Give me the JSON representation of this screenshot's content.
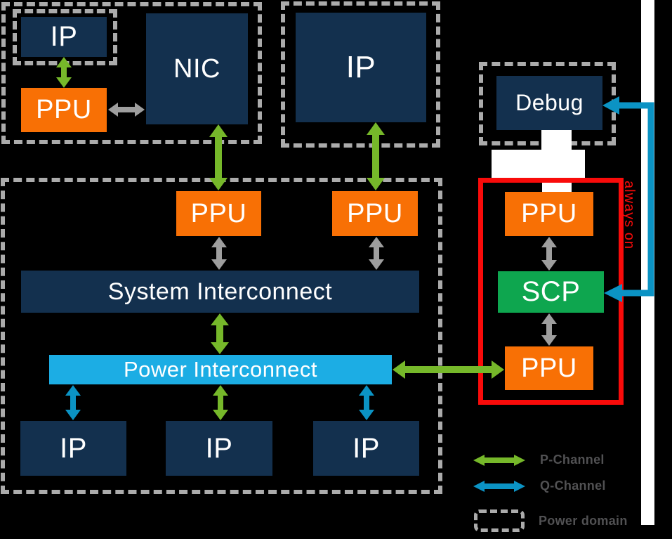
{
  "nodes": {
    "ip_top_left": "IP",
    "ppu_top_left": "PPU",
    "nic": "NIC",
    "ip_top_right": "IP",
    "ppu_center_left": "PPU",
    "ppu_center_right": "PPU",
    "system_interconnect": "System Interconnect",
    "power_interconnect": "Power Interconnect",
    "ip_bottom_1": "IP",
    "ip_bottom_2": "IP",
    "ip_bottom_3": "IP",
    "debug": "Debug",
    "ppu_always_on_top": "PPU",
    "scp": "SCP",
    "ppu_always_on_bottom": "PPU",
    "always_on": "always on"
  },
  "colors": {
    "background": "#000000",
    "navy_box": "#13304E",
    "orange_ppu": "#F87005",
    "green_scp": "#0EA64F",
    "cyan_interconnect": "#1CADE4",
    "p_channel_green": "#76B82A",
    "q_channel_blue": "#0B93C4",
    "gray_arrow": "#9E9E9E",
    "domain_dash_gray": "#ABABAB",
    "always_on_red": "#F90B0A",
    "legend_text_gray": "#515153",
    "white": "#FFFFFF"
  },
  "legend": {
    "items": [
      {
        "label": "P-Channel",
        "color": "#76B82A",
        "symbol": "double-arrow"
      },
      {
        "label": "Q-Channel",
        "color": "#0B93C4",
        "symbol": "double-arrow"
      },
      {
        "label": "Power domain",
        "color": "#ABABAB",
        "symbol": "dashed-box"
      }
    ]
  },
  "connections": [
    {
      "name": "arrow-ip-ppu-top-left",
      "channel": "P-Channel",
      "color": "#76B82A",
      "orient": "v",
      "at": 91,
      "from": 81,
      "to": 125,
      "head": 15,
      "halfw": 11,
      "shaft": 4
    },
    {
      "name": "arrow-nic-ppu-center-left",
      "channel": "P-Channel",
      "color": "#76B82A",
      "orient": "v",
      "at": 311,
      "from": 177,
      "to": 271,
      "head": 18,
      "halfw": 13,
      "shaft": 5
    },
    {
      "name": "arrow-ip-ppu-center-right",
      "channel": "P-Channel",
      "color": "#76B82A",
      "orient": "v",
      "at": 535,
      "from": 174,
      "to": 271,
      "head": 18,
      "halfw": 13,
      "shaft": 5
    },
    {
      "name": "arrow-ppu-nic",
      "channel": "",
      "color": "#9E9E9E",
      "orient": "h",
      "at": 156,
      "from": 154,
      "to": 206,
      "head": 14,
      "halfw": 10,
      "shaft": 4
    },
    {
      "name": "arrow-ppu-left-system-interconnect",
      "channel": "",
      "color": "#9E9E9E",
      "orient": "v",
      "at": 312,
      "from": 337,
      "to": 384,
      "head": 15,
      "halfw": 11,
      "shaft": 4
    },
    {
      "name": "arrow-ppu-right-system-interconnect",
      "channel": "",
      "color": "#9E9E9E",
      "orient": "v",
      "at": 536,
      "from": 337,
      "to": 384,
      "head": 15,
      "halfw": 11,
      "shaft": 4
    },
    {
      "name": "arrow-system-power-interconnect",
      "channel": "P-Channel",
      "color": "#76B82A",
      "orient": "v",
      "at": 313,
      "from": 446,
      "to": 504,
      "head": 17,
      "halfw": 13,
      "shaft": 5
    },
    {
      "name": "arrow-power-interconnect-ip1",
      "channel": "Q-Channel",
      "color": "#0B93C4",
      "orient": "v",
      "at": 104,
      "from": 548,
      "to": 598,
      "head": 15,
      "halfw": 11,
      "shaft": 4
    },
    {
      "name": "arrow-power-interconnect-ip2",
      "channel": "P-Channel",
      "color": "#76B82A",
      "orient": "v",
      "at": 314,
      "from": 548,
      "to": 598,
      "head": 15,
      "halfw": 11,
      "shaft": 4
    },
    {
      "name": "arrow-power-interconnect-ip3",
      "channel": "Q-Channel",
      "color": "#0B93C4",
      "orient": "v",
      "at": 522,
      "from": 548,
      "to": 598,
      "head": 15,
      "halfw": 11,
      "shaft": 4
    },
    {
      "name": "arrow-power-interconnect-ppu-always-on",
      "channel": "P-Channel",
      "color": "#76B82A",
      "orient": "h",
      "at": 526,
      "from": 559,
      "to": 718,
      "head": 18,
      "halfw": 13,
      "shaft": 5
    },
    {
      "name": "arrow-ppu-scp-top",
      "channel": "",
      "color": "#9E9E9E",
      "orient": "v",
      "at": 782,
      "from": 337,
      "to": 385,
      "head": 15,
      "halfw": 11,
      "shaft": 4
    },
    {
      "name": "arrow-scp-ppu-bottom",
      "channel": "",
      "color": "#9E9E9E",
      "orient": "v",
      "at": 782,
      "from": 446,
      "to": 492,
      "head": 15,
      "halfw": 11,
      "shaft": 4
    }
  ]
}
